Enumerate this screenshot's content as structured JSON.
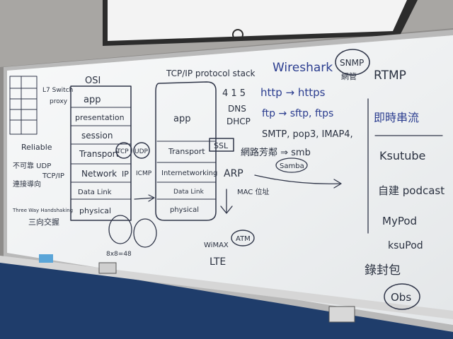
{
  "osi": {
    "layers": [
      "app",
      "presentation",
      "session",
      "Transport",
      "Network",
      "Data Link",
      "physical"
    ],
    "title": "OSI",
    "side_notes": [
      "L7 Switch",
      "proxy"
    ],
    "left_labels": [
      "Reliable",
      "不可靠 UDP",
      "連接導向",
      "TCP/IP",
      "Three Way Handshaking",
      "三向交握"
    ]
  },
  "tcpip": {
    "title": "TCP/IP protocol stack",
    "layers": [
      "app",
      "Transport",
      "Internetworking",
      "Data Link",
      "physical"
    ],
    "protocols": [
      "TCP",
      "UDP",
      "IP",
      "ICMP",
      "ARP",
      "SSL"
    ],
    "numbers": [
      "4 1 5",
      "8x8=48"
    ]
  },
  "apps": {
    "top": "Wireshark",
    "snmp": "SNMP",
    "snmp_note": "網管",
    "lines": [
      "http → https",
      "ftp → sftp, ftps",
      "SMTP, pop3, IMAP4,",
      "DNS",
      "DHCP",
      "網路芳鄰 ⇒ smb",
      "Samba",
      "MAC 位址"
    ],
    "bottom": [
      "WiMAX",
      "LTE",
      "ATM"
    ]
  },
  "right": {
    "items": [
      "RTMP",
      "即時串流",
      "Ksutube",
      "自建 podcast",
      "MyPod",
      "ksuPod",
      "錄封包",
      "Obs"
    ]
  }
}
